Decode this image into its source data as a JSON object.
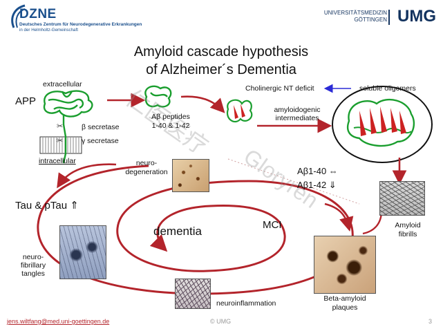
{
  "header": {
    "dzne_logo": "DZNE",
    "dzne_line1": "Deutsches Zentrum für Neurodegenerative Erkrankungen",
    "dzne_line2": "in der Helmholtz-Gemeinschaft",
    "umg_line1": "UNIVERSITÄTSMEDIZIN",
    "umg_line2": "GÖTTINGEN",
    "umg_logo": "UMG"
  },
  "title": {
    "line1": "Amyloid cascade hypothesis",
    "line2": "of Alzheimer´s Dementia"
  },
  "labels": {
    "extracellular": "extracellular",
    "app": "APP",
    "beta_secretase": "β secretase",
    "gamma_secretase": "γ secretase",
    "intracellular": "intracellular",
    "abeta_peptides_1": "Aβ peptides",
    "abeta_peptides_2": "1-40 & 1-42",
    "cholinergic": "Cholinergic NT deficit",
    "soluble_oligomers": "soluble oligomers",
    "amyloidogenic_1": "amyloidogenic",
    "amyloidogenic_2": "intermediates",
    "neurodegeneration_1": "neuro-",
    "neurodegeneration_2": "degeneration",
    "abeta140": "Aβ1-40 ⇔",
    "abeta142": "Aβ1-42 ⇓",
    "tau": "Tau & pTau ⇑",
    "mci": "MCI",
    "dementia": "dementia",
    "amyloid_fibrils_1": "Amyloid",
    "amyloid_fibrils_2": "fibrills",
    "tangles_1": "neuro-",
    "tangles_2": "fibrillary",
    "tangles_3": "tangles",
    "beta_plaques_1": "Beta-amyloid",
    "beta_plaques_2": "plaques",
    "neuroinflammation": "neuroinflammation"
  },
  "watermark": {
    "cjk": "仁医医疗",
    "latin": "Gloryren"
  },
  "footer": {
    "email": "jens.wiltfang@med.uni-goettingen.de",
    "copyright": "© UMG",
    "page": "3"
  },
  "colors": {
    "accent_red": "#b3242b",
    "helix_green": "#1a9e2e",
    "umg_blue": "#13335f",
    "dzne_blue": "#1a4f8c",
    "arrow_blue": "#2b2bd6"
  }
}
